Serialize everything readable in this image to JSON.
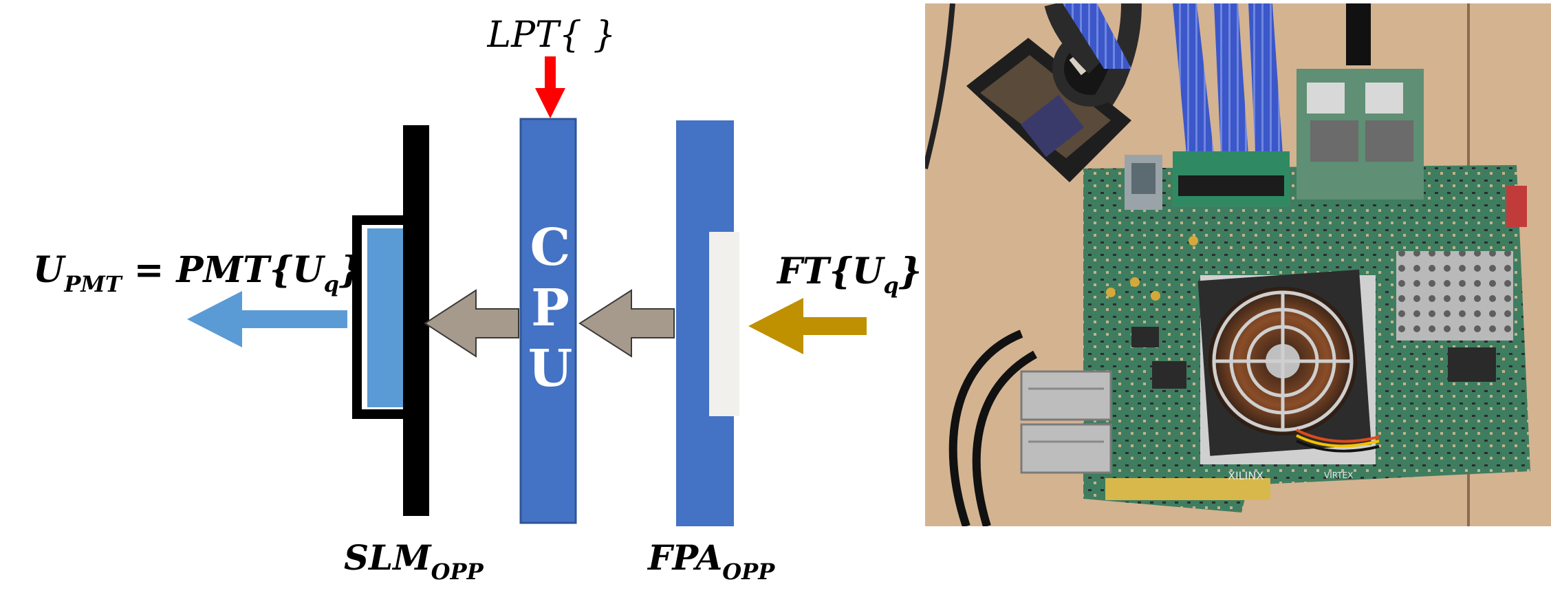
{
  "diagram": {
    "label_lpt": "LPT{ }",
    "label_output": "UPMT = PMT{Uq}",
    "label_output_parts": {
      "u": "U",
      "u_sub": "PMT",
      "eq": " = PMT{",
      "u2": "U",
      "u2_sub": "q",
      "close": "}"
    },
    "label_input_parts": {
      "prefix": "FT{",
      "u": "U",
      "u_sub": "q",
      "close": "}"
    },
    "label_slm_parts": {
      "main": "SLM",
      "sub": "OPP"
    },
    "label_fpa_parts": {
      "main": "FPA",
      "sub": "OPP"
    },
    "cpu_letters": [
      "C",
      "P",
      "U"
    ]
  },
  "photo": {
    "board_brand": "XILINX",
    "board_model": "VIRTEX"
  },
  "colors": {
    "cpu_blue": "#4472c4",
    "fpa_blue": "#4472c4",
    "slm_inner_blue": "#5b9bd5",
    "output_arrow": "#5b9bd5",
    "input_arrow": "#bf9000",
    "mid_arrow": "#a69a8c",
    "lpt_arrow": "#ff0000",
    "board_green": "#3d7a5e",
    "table_wood": "#d9b896"
  }
}
